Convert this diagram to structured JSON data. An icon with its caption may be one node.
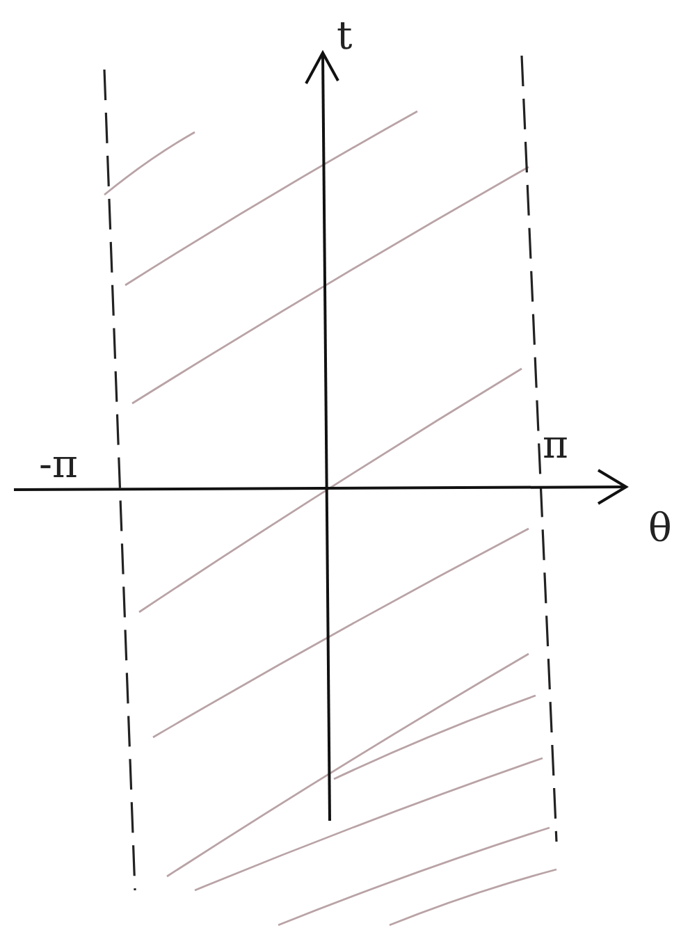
{
  "diagram": {
    "labels": [
      "t",
      "-π",
      "π",
      "θ"
    ]
  }
}
